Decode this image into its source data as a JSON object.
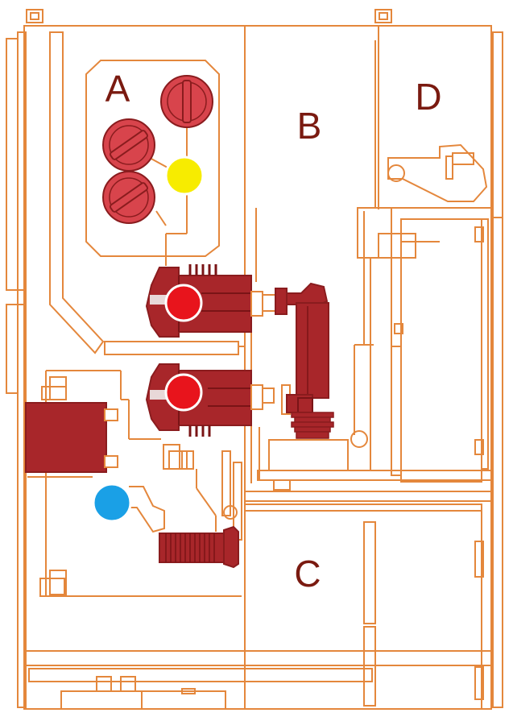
{
  "zones": [
    {
      "id": "A",
      "label": "A"
    },
    {
      "id": "B",
      "label": "B"
    },
    {
      "id": "C",
      "label": "C"
    },
    {
      "id": "D",
      "label": "D"
    }
  ],
  "colors": {
    "outline": "#e4873c",
    "component_fill": "#a8262a",
    "component_stroke": "#8a1c1e",
    "fuse_fill": "#d8444c",
    "indicator_red": "#e8141c",
    "indicator_yellow": "#f7ec00",
    "indicator_blue": "#1aa0e6",
    "label_color": "#7a1a10"
  },
  "indicators": [
    {
      "name": "yellow-indicator",
      "color": "#f7ec00"
    },
    {
      "name": "red-indicator-upper",
      "color": "#e8141c"
    },
    {
      "name": "red-indicator-lower",
      "color": "#e8141c"
    },
    {
      "name": "blue-indicator",
      "color": "#1aa0e6"
    }
  ]
}
